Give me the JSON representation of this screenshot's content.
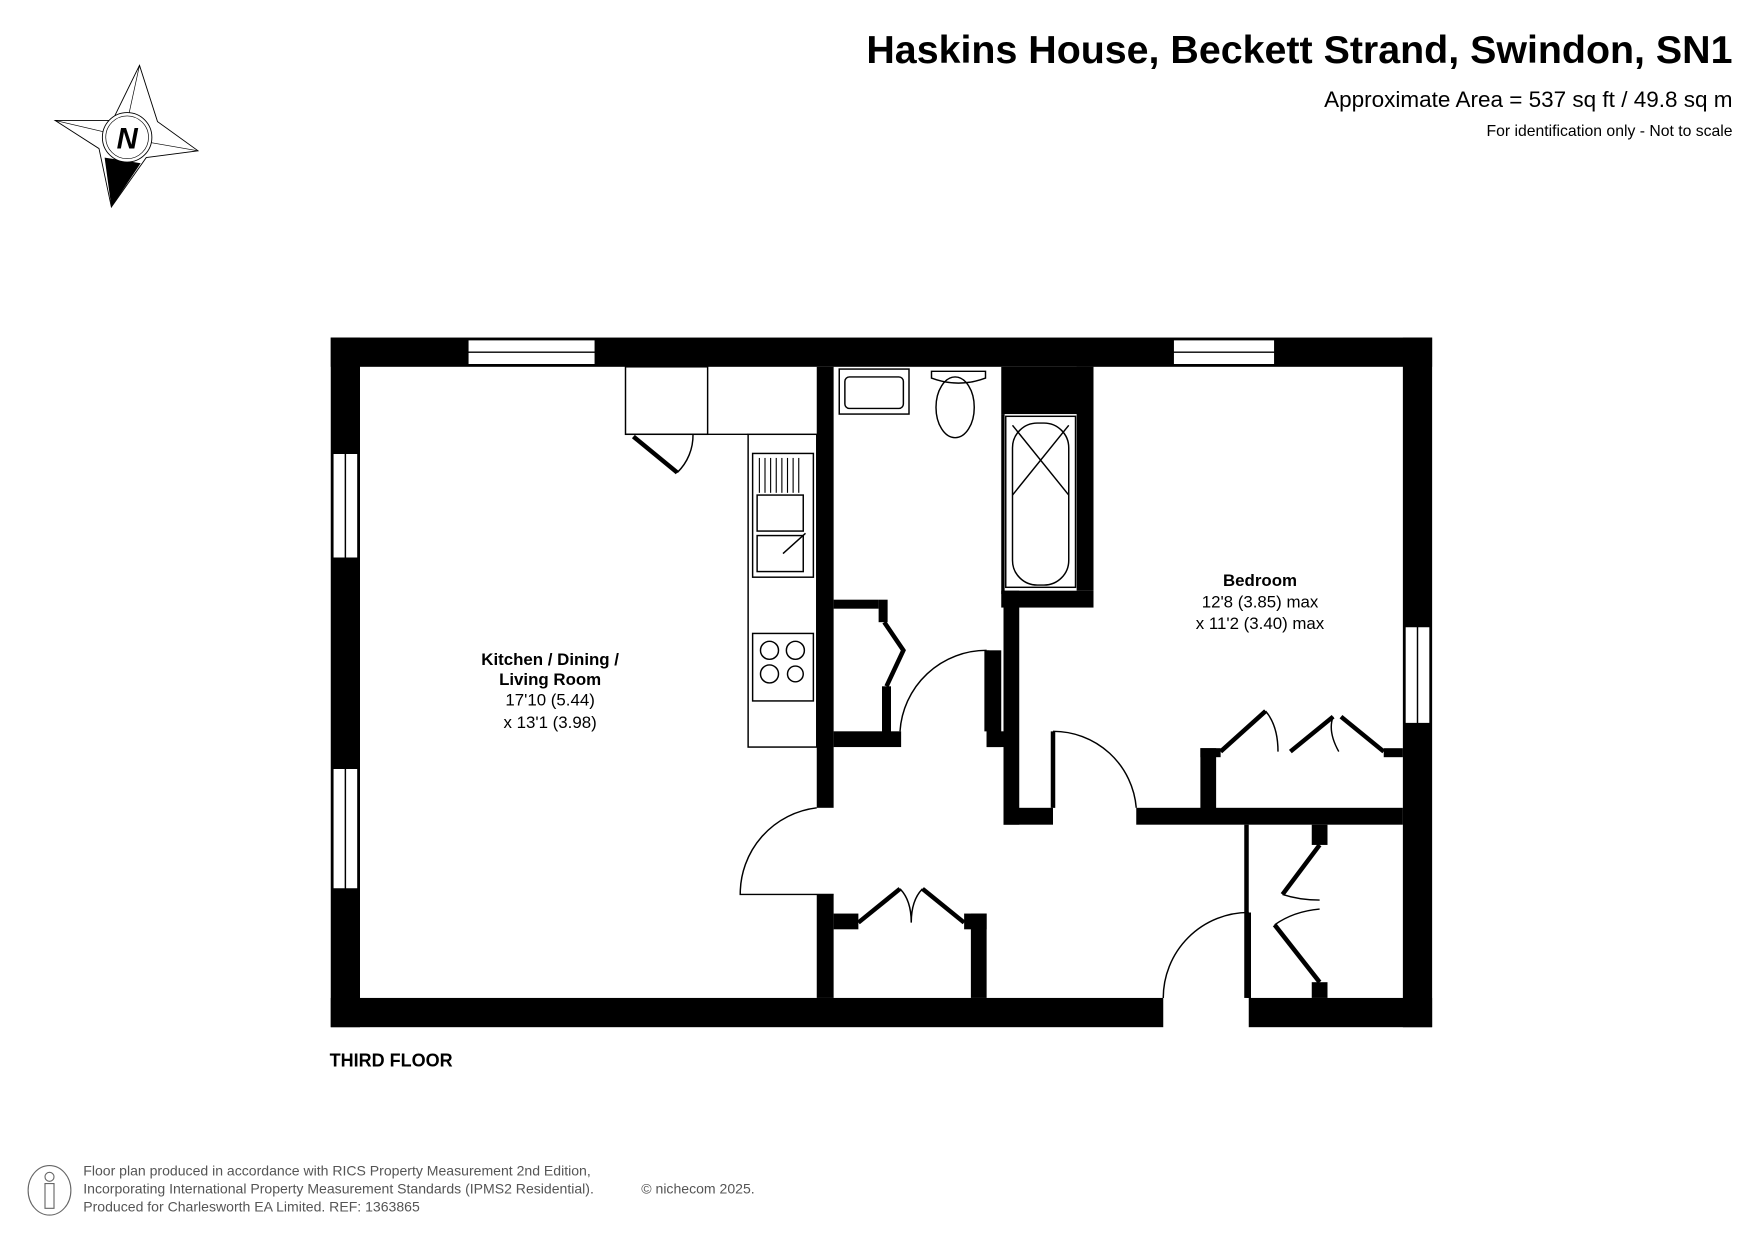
{
  "header": {
    "title": "Haskins House, Beckett Strand, Swindon, SN1",
    "area": "Approximate Area = 537 sq ft / 49.8 sq m",
    "disclaimer": "For identification only - Not to scale"
  },
  "compass": {
    "label": "N"
  },
  "rooms": [
    {
      "name_lines": [
        "Kitchen / Dining /",
        "Living Room"
      ],
      "dims": [
        "17'10 (5.44)",
        "x 13'1 (3.98)"
      ]
    },
    {
      "name_lines": [
        "Bedroom"
      ],
      "dims": [
        "12'8 (3.85) max",
        "x 11'2 (3.40) max"
      ]
    }
  ],
  "floor_label": "THIRD FLOOR",
  "footer": {
    "lines": [
      "Floor plan produced in accordance with RICS Property Measurement 2nd Edition,",
      "Incorporating International Property Measurement Standards (IPMS2 Residential).",
      "Produced for Charlesworth EA Limited.   REF: 1363865"
    ],
    "copyright": "© nichecom 2025."
  }
}
